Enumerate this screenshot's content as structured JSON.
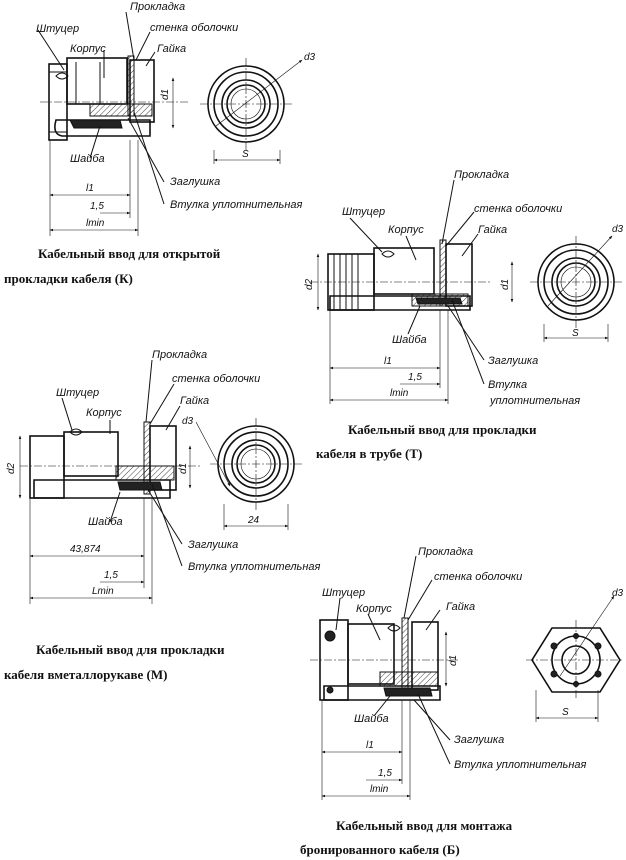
{
  "views": [
    {
      "id": "K",
      "caption": [
        "Кабельный ввод для открытой",
        "прокладки кабеля (К)"
      ],
      "labels": {
        "shtucer": "Штуцер",
        "korpus": "Корпус",
        "prokladka": "Прокладка",
        "stenka": "стенка оболочки",
        "gaika": "Гайка",
        "shaiba": "Шайба",
        "zaglushka": "Заглушка",
        "vtulka": "Втулка уплотнительная"
      },
      "dims": {
        "d1": "d1",
        "d3": "d3",
        "S": "S",
        "l1": "l1",
        "gap": "1,5",
        "lmin": "lmin"
      }
    },
    {
      "id": "T",
      "caption": [
        "Кабельный ввод для прокладки",
        "кабеля в трубе (Т)"
      ],
      "labels": {
        "shtucer": "Штуцер",
        "korpus": "Корпус",
        "prokladka": "Прокладка",
        "stenka": "стенка оболочки",
        "gaika": "Гайка",
        "shaiba": "Шайба",
        "zaglushka": "Заглушка",
        "vtulka1": "Втулка",
        "vtulka2": "уплотнительная"
      },
      "dims": {
        "d1": "d1",
        "d2": "d2",
        "d3": "d3",
        "S": "S",
        "l1": "l1",
        "gap": "1,5",
        "lmin": "lmin"
      }
    },
    {
      "id": "M",
      "caption": [
        "Кабельный ввод для прокладки",
        "кабеля вметаллорукаве (М)"
      ],
      "labels": {
        "shtucer": "Штуцер",
        "korpus": "Корпус",
        "prokladka": "Прокладка",
        "stenka": "стенка оболочки",
        "gaika": "Гайка",
        "shaiba": "Шайба",
        "zaglushka": "Заглушка",
        "vtulka": "Втулка уплотнительная"
      },
      "dims": {
        "d1": "d1",
        "d2": "d2",
        "d3": "d3",
        "S": "24",
        "l1": "43,874",
        "gap": "1,5",
        "lmin": "Lmin"
      }
    },
    {
      "id": "B",
      "caption": [
        "Кабельный ввод для монтажа",
        "бронированного кабеля (Б)"
      ],
      "labels": {
        "shtucer": "Штуцер",
        "korpus": "Корпус",
        "prokladka": "Прокладка",
        "stenka": "стенка оболочки",
        "gaika": "Гайка",
        "shaiba": "Шайба",
        "zaglushka": "Заглушка",
        "vtulka": "Втулка уплотнительная"
      },
      "dims": {
        "d1": "d1",
        "d3": "d3",
        "S": "S",
        "l1": "l1",
        "gap": "1,5",
        "lmin": "lmin"
      }
    }
  ]
}
